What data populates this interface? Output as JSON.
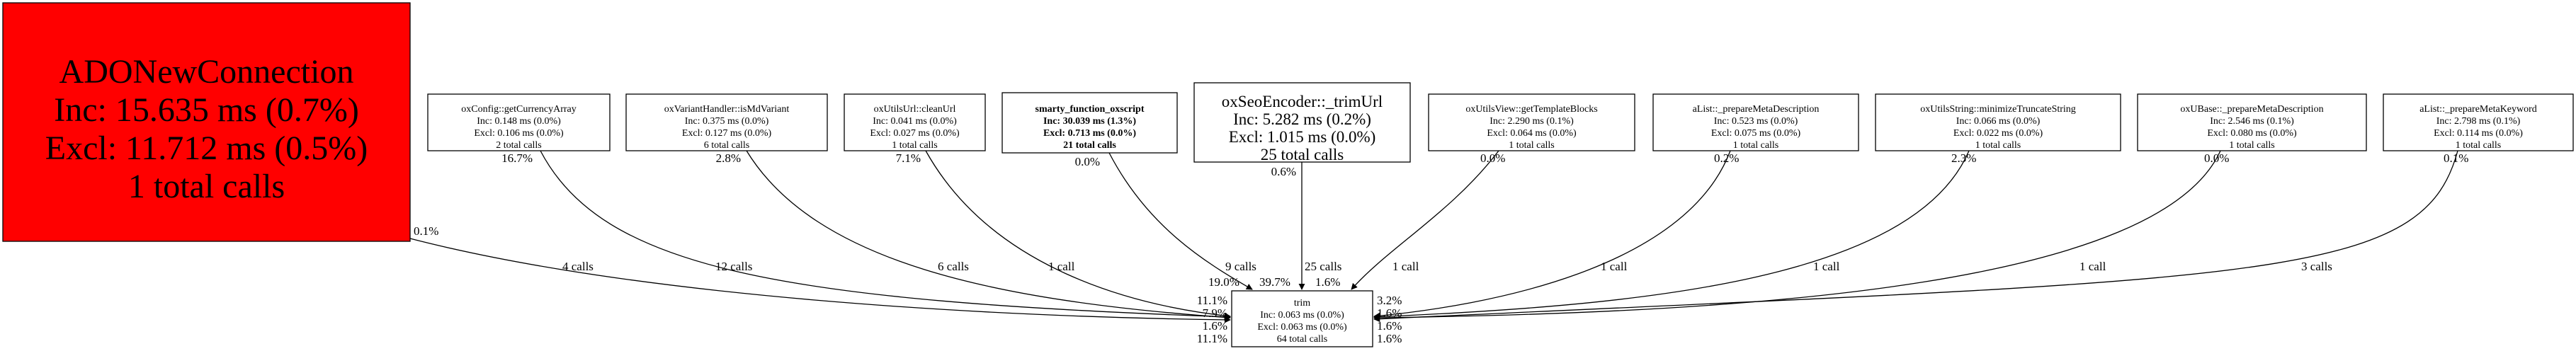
{
  "colors": {
    "hot_node": "#ff0000",
    "node": "#ffffff",
    "stroke": "#000000"
  },
  "nodes": [
    {
      "id": "ADONewConnection",
      "name": "ADONewConnection",
      "inc": "Inc: 15.635 ms (0.7%)",
      "excl": "Excl: 11.712 ms (0.5%)",
      "calls": "1 total calls"
    },
    {
      "id": "getCurrencyArray",
      "name": "oxConfig::getCurrencyArray",
      "inc": "Inc: 0.148 ms (0.0%)",
      "excl": "Excl: 0.106 ms (0.0%)",
      "calls": "2 total calls"
    },
    {
      "id": "isMdVariant",
      "name": "oxVariantHandler::isMdVariant",
      "inc": "Inc: 0.375 ms (0.0%)",
      "excl": "Excl: 0.127 ms (0.0%)",
      "calls": "6 total calls"
    },
    {
      "id": "cleanUrl",
      "name": "oxUtilsUrl::cleanUrl",
      "inc": "Inc: 0.041 ms (0.0%)",
      "excl": "Excl: 0.027 ms (0.0%)",
      "calls": "1 total calls"
    },
    {
      "id": "smarty",
      "name": "smarty_function_oxscript",
      "inc": "Inc: 30.039 ms (1.3%)",
      "excl": "Excl: 0.713 ms (0.0%)",
      "calls": "21 total calls"
    },
    {
      "id": "trimUrl",
      "name": "oxSeoEncoder::_trimUrl",
      "inc": "Inc: 5.282 ms (0.2%)",
      "excl": "Excl: 1.015 ms (0.0%)",
      "calls": "25 total calls"
    },
    {
      "id": "getTemplateBlocks",
      "name": "oxUtilsView::getTemplateBlocks",
      "inc": "Inc: 2.290 ms (0.1%)",
      "excl": "Excl: 0.064 ms (0.0%)",
      "calls": "1 total calls"
    },
    {
      "id": "aListDesc",
      "name": "aList::_prepareMetaDescription",
      "inc": "Inc: 0.523 ms (0.0%)",
      "excl": "Excl: 0.075 ms (0.0%)",
      "calls": "1 total calls"
    },
    {
      "id": "minimizeTruncate",
      "name": "oxUtilsString::minimizeTruncateString",
      "inc": "Inc: 0.066 ms (0.0%)",
      "excl": "Excl: 0.022 ms (0.0%)",
      "calls": "1 total calls"
    },
    {
      "id": "oxUBaseDesc",
      "name": "oxUBase::_prepareMetaDescription",
      "inc": "Inc: 2.546 ms (0.1%)",
      "excl": "Excl: 0.080 ms (0.0%)",
      "calls": "1 total calls"
    },
    {
      "id": "aListKeyword",
      "name": "aList::_prepareMetaKeyword",
      "inc": "Inc: 2.798 ms (0.1%)",
      "excl": "Excl: 0.114 ms (0.0%)",
      "calls": "1 total calls"
    },
    {
      "id": "trim",
      "name": "trim",
      "inc": "Inc: 0.063 ms (0.0%)",
      "excl": "Excl: 0.063 ms (0.0%)",
      "calls": "64 total calls"
    }
  ],
  "edges": [
    {
      "from": "ADONewConnection",
      "to": "trim",
      "src_pct": "0.1%",
      "calls": "4 calls",
      "dst_pct": "11.1%"
    },
    {
      "from": "getCurrencyArray",
      "to": "trim",
      "src_pct": "16.7%",
      "calls": "12 calls",
      "dst_pct": "11.1%"
    },
    {
      "from": "isMdVariant",
      "to": "trim",
      "src_pct": "2.8%",
      "calls": "6 calls",
      "dst_pct": "7.9%"
    },
    {
      "from": "cleanUrl",
      "to": "trim",
      "src_pct": "7.1%",
      "calls": "1 call",
      "dst_pct": "1.6%"
    },
    {
      "from": "smarty",
      "to": "trim",
      "src_pct": "0.0%",
      "calls": "9 calls",
      "dst_pct": "19.0%"
    },
    {
      "from": "trimUrl",
      "to": "trim",
      "src_pct": "0.6%",
      "calls": "25 calls",
      "dst_pct": "39.7%"
    },
    {
      "from": "getTemplateBlocks",
      "to": "trim",
      "src_pct": "0.0%",
      "calls": "1 call",
      "dst_pct": "1.6%"
    },
    {
      "from": "aListDesc",
      "to": "trim",
      "src_pct": "0.2%",
      "calls": "1 call",
      "dst_pct": "3.2%"
    },
    {
      "from": "minimizeTruncate",
      "to": "trim",
      "src_pct": "2.3%",
      "calls": "1 call",
      "dst_pct": "1.6%"
    },
    {
      "from": "oxUBaseDesc",
      "to": "trim",
      "src_pct": "0.0%",
      "calls": "1 call",
      "dst_pct": "1.6%"
    },
    {
      "from": "aListKeyword",
      "to": "trim",
      "src_pct": "0.1%",
      "calls": "3 calls",
      "dst_pct": "1.6%"
    }
  ]
}
